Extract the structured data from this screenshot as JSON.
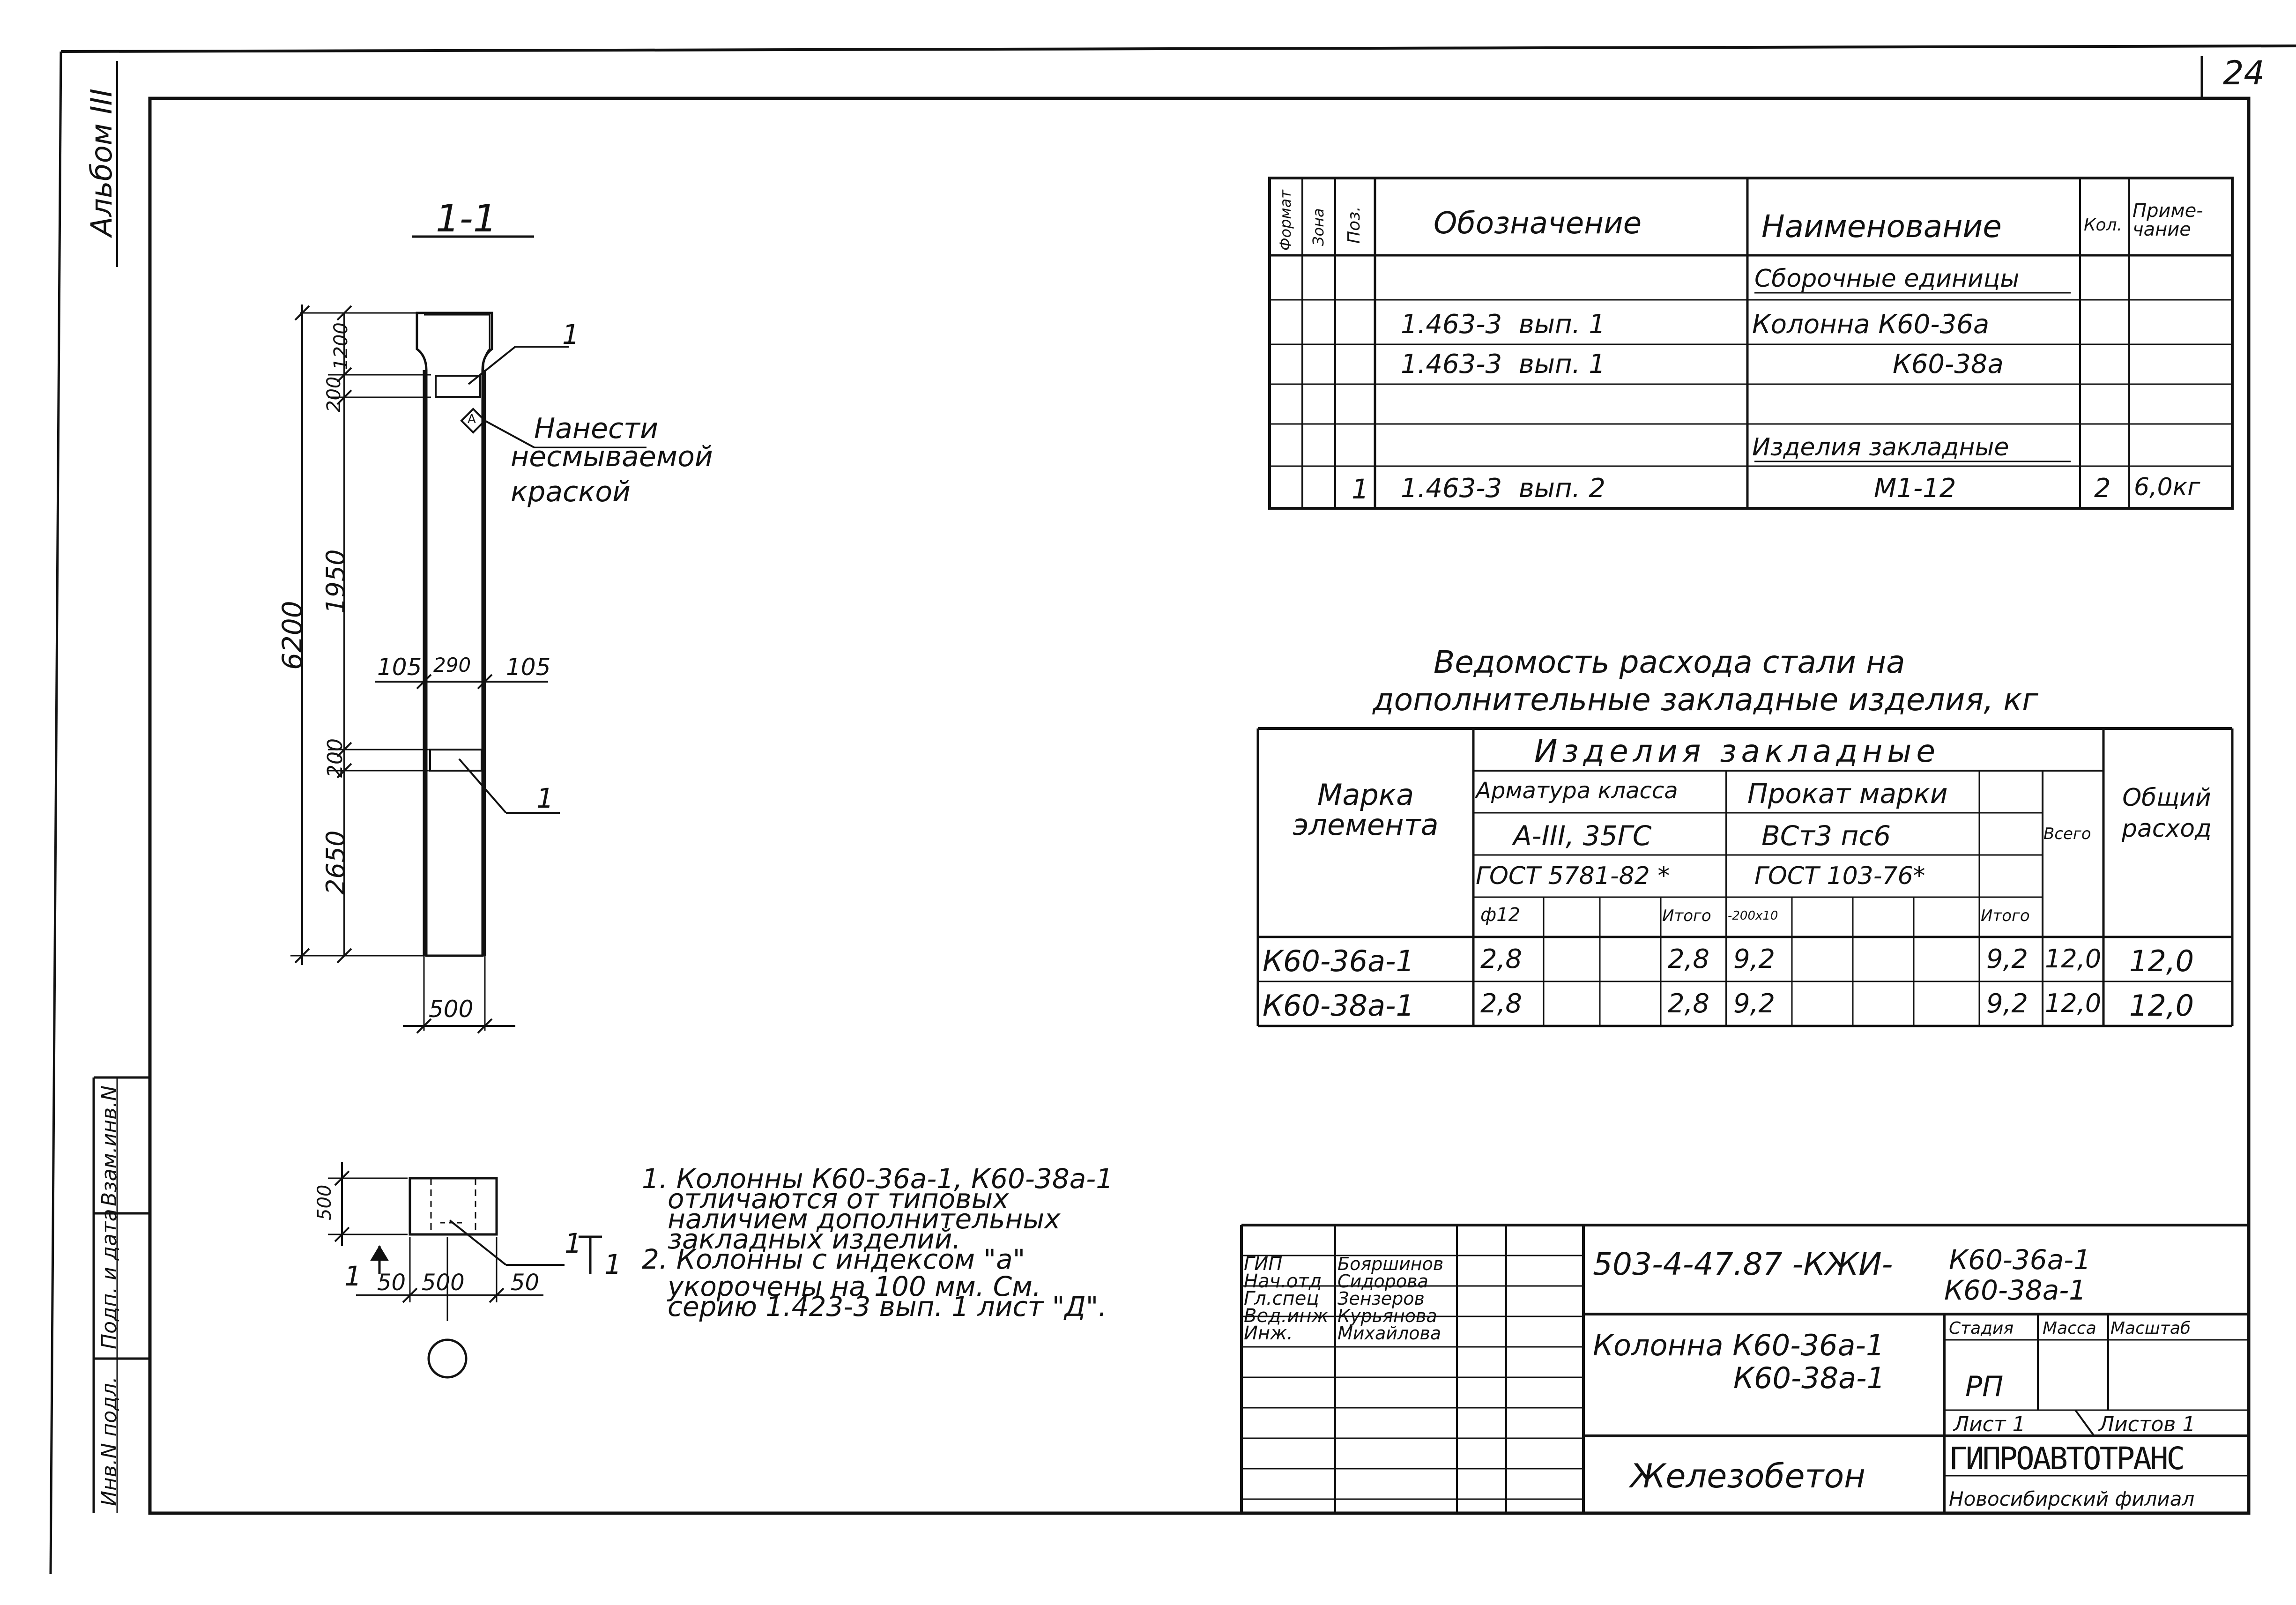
{
  "sheet_number": "24",
  "album_label": "Альбом III",
  "side_stamp": {
    "inv_orig": "Инв.N подл.",
    "sign_date": "Подп. и дата",
    "replace_inv": "Взам.инв.N"
  },
  "section": {
    "title": "1-1",
    "dims": {
      "d1200": "1200",
      "d200a": "200",
      "d1950": "1950",
      "d6200": "6200",
      "d200b": "200",
      "d2650": "2650",
      "d105a": "105",
      "d290": "290",
      "d105b": "105",
      "d500": "500"
    },
    "callout_a": "1",
    "callout_b": "1",
    "mark_label": "A",
    "paint_note": [
      "Нанести",
      "несмываемой",
      "краской"
    ]
  },
  "plan_view": {
    "dim_500v": "500",
    "dim_50a": "50",
    "dim_500h": "500",
    "dim_50b": "50",
    "callout": "1",
    "cut_left": "1",
    "cut_right": "1"
  },
  "spec_table": {
    "headers": [
      "Формат",
      "Зона",
      "Поз.",
      "Обозначение",
      "Наименование",
      "Кол.",
      "Приме-\nчание"
    ],
    "rows": [
      {
        "format": "",
        "zone": "",
        "pos": "",
        "designation": "",
        "name": "Сборочные единицы",
        "qty": "",
        "note": ""
      },
      {
        "format": "",
        "zone": "",
        "pos": "",
        "designation": "1.463-3  вып. 1",
        "name": "Колонна К60-36а",
        "qty": "",
        "note": ""
      },
      {
        "format": "",
        "zone": "",
        "pos": "",
        "designation": "1.463-3  вып. 1",
        "name": "К60-38а",
        "qty": "",
        "note": ""
      },
      {
        "format": "",
        "zone": "",
        "pos": "",
        "designation": "",
        "name": "",
        "qty": "",
        "note": ""
      },
      {
        "format": "",
        "zone": "",
        "pos": "",
        "designation": "",
        "name": "Изделия закладные",
        "qty": "",
        "note": ""
      },
      {
        "format": "",
        "zone": "",
        "pos": "1",
        "designation": "1.463-3  вып. 2",
        "name": "М1-12",
        "qty": "2",
        "note": "6,0кг"
      }
    ]
  },
  "steel_table": {
    "title_line1": "Ведомость расхода стали на",
    "title_line2": "дополнительные закладные изделия, кг",
    "col_mark": "Марка элемента",
    "col_group": "Изделия закладные",
    "col_rebar": "Арматура класса",
    "col_rebar_class": "А-III, 35ГС",
    "col_rebar_gost": "ГОСТ 5781-82 *",
    "col_rolled": "Прокат марки",
    "col_rolled_grade": "ВСт3 пс6",
    "col_rolled_gost": "ГОСТ 103-76*",
    "col_total": "Всего",
    "col_general": "Общий расход",
    "sub_phi": "ф12",
    "sub_itogo1": "Итого",
    "sub_plate": "-200х10",
    "sub_itogo2": "Итого",
    "rows": [
      {
        "mark": "К60-36а-1",
        "phi12": "2,8",
        "itogo1": "2,8",
        "plate": "9,2",
        "itogo2": "9,2",
        "total": "12,0",
        "general": "12,0"
      },
      {
        "mark": "К60-38а-1",
        "phi12": "2,8",
        "itogo1": "2,8",
        "plate": "9,2",
        "itogo2": "9,2",
        "total": "12,0",
        "general": "12,0"
      }
    ]
  },
  "notes": [
    "1. Колонны К60-36а-1, К60-38а-1",
    "отличаются от типовых",
    "наличием дополнительных",
    "закладных изделий.",
    "2. Колонны с индексом \"а\"",
    "укорочены на 100 мм. См.",
    "серию 1.423-3 вып. 1 лист \"Д\"."
  ],
  "title_block": {
    "code": "503-4-47.87 -КЖИ-",
    "code_mark1": "К60-36а-1",
    "code_mark2": "К60-38а-1",
    "roles": [
      {
        "role": "ГИП",
        "name": "Бояршинов"
      },
      {
        "role": "Нач.отд",
        "name": "Сидорова"
      },
      {
        "role": "Гл.спец",
        "name": "Зензеров"
      },
      {
        "role": "Вед.инж",
        "name": "Курьянова"
      },
      {
        "role": "Инж.",
        "name": "Михайлова"
      }
    ],
    "product_line1": "Колонна К60-36а-1",
    "product_line2": "К60-38а-1",
    "stage_label": "Стадия",
    "mass_label": "Масса",
    "scale_label": "Масштаб",
    "stage_value": "РП",
    "sheet_label": "Лист 1",
    "sheets_label": "Листов 1",
    "material": "Железобетон",
    "org": "ГИПРОАВТОТРАНС",
    "branch": "Новосибирский филиал"
  }
}
